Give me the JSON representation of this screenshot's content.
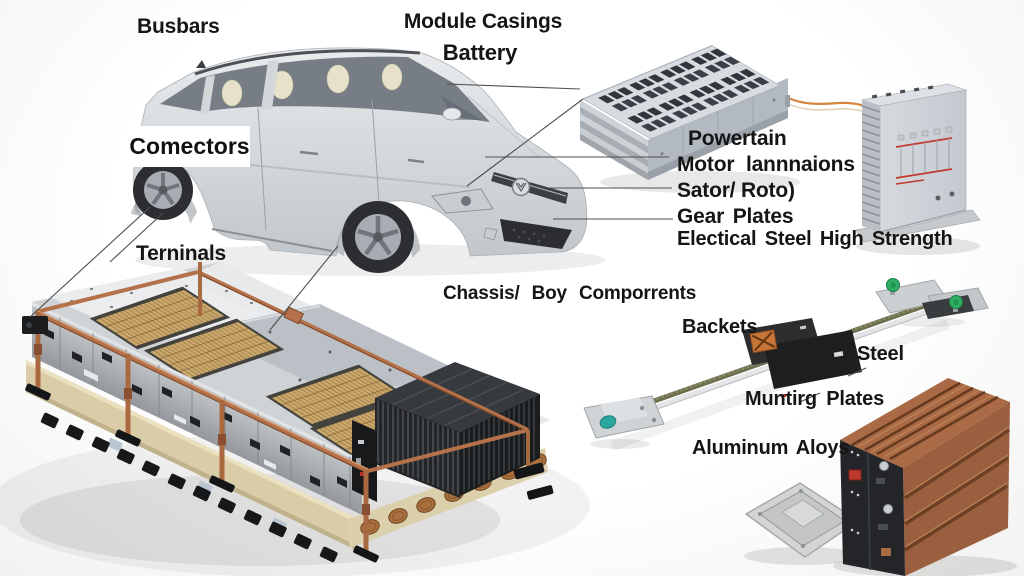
{
  "labels": {
    "busbars": "Busbars",
    "module_casings": "Module Casings",
    "battery": "Battery",
    "connectors": "Comectors",
    "terminals": "Terninals",
    "powertrain": "Powertain",
    "motor_laminations": "Motor lannnaions",
    "stator_rotor": "Sator/ Roto)",
    "gear_plates": "Gear Plates",
    "electrical_steel": "Electical Steel High Strength",
    "chassis_body": "Chassis/ Boy Comporrents",
    "brackets": "Backets",
    "steel": "Steel",
    "mounting_plates": "Muntirg Plates",
    "aluminum_alloys": "Aluminum Aloys"
  },
  "palette": {
    "background": "#ffffff",
    "label_text": "#151515",
    "car_body": "#d5d9dc",
    "glass": "#767d85",
    "copper_rail": "#b4714a",
    "gold_grid": "#c9a66a",
    "tan_base": "#d9cca7",
    "module_gray": "#b6bcc3",
    "black_component": "#232528",
    "teal_roller": "#2aa79e",
    "green_knob": "#2fae66",
    "wire_orange": "#d4853f",
    "red_detail": "#c2392e",
    "leader_line": "#4f4f4f"
  }
}
